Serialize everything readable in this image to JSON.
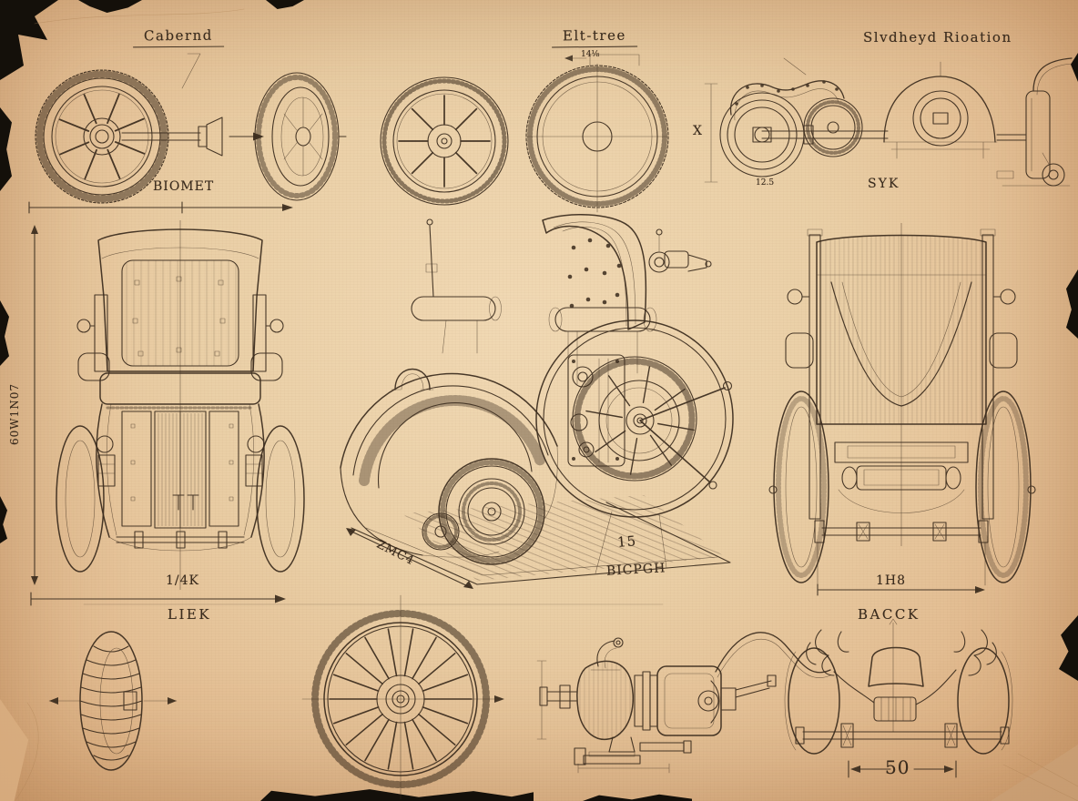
{
  "palette": {
    "ink": "#3a2b1d",
    "paper_center": "#f1d9b4",
    "paper_edge": "#d9ac7e",
    "tear": "#14100a"
  },
  "sections": {
    "front_wheel_detail": {
      "title": "Cabernd",
      "dim_label": "BIOMET"
    },
    "mid_wheel_detail": {
      "title": "Elt-tree",
      "dim_label": "14⅛"
    },
    "drive_side_view": {
      "title": "Slvdheyd Rioation",
      "x_dim": "X",
      "small_dim": "12.5",
      "caption": "SYK"
    },
    "front_view": {
      "height_dim": "60W1N07",
      "width_dim": "1/4K",
      "caption": "LIEK"
    },
    "perspective_view": {
      "depth_dim": "ZMC4",
      "width_dim": "15",
      "caption": "BICPGH"
    },
    "back_view": {
      "width_dim": "1H8",
      "caption": "BACCK"
    },
    "axle_assembly": {
      "width_dim": "50"
    }
  }
}
